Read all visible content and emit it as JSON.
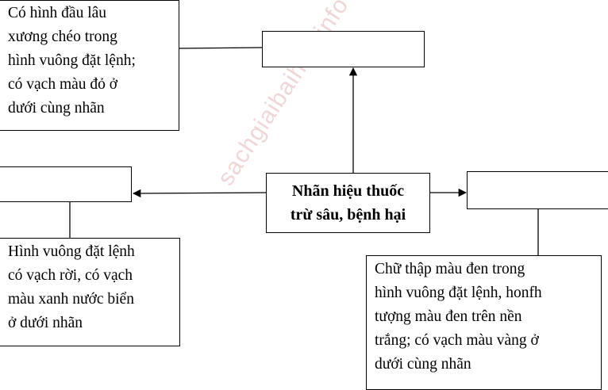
{
  "center": {
    "line1": "Nhãn hiệu thuốc",
    "line2": "trừ sâu, bệnh hại"
  },
  "watermark": "sachgiaibaihoa.info",
  "top_left_text": [
    "Có hình đầu lâu",
    "xương chéo trong",
    "hình vuông đặt lệnh;",
    "có vạch màu đỏ ở",
    "dưới cùng nhãn"
  ],
  "left_text": [
    "Hình vuông đặt lệnh",
    "có vạch rời, có vạch",
    "màu xanh nước biển",
    "ở dưới nhãn"
  ],
  "right_text": [
    "Chữ thập màu đen trong",
    "hình vuông đặt lệnh, honfh",
    "tượng màu đen trên nền",
    "trắng; có vạch màu vàng ở",
    "dưới cùng nhãn"
  ],
  "blanks": {
    "top": "",
    "left": "",
    "right": ""
  }
}
